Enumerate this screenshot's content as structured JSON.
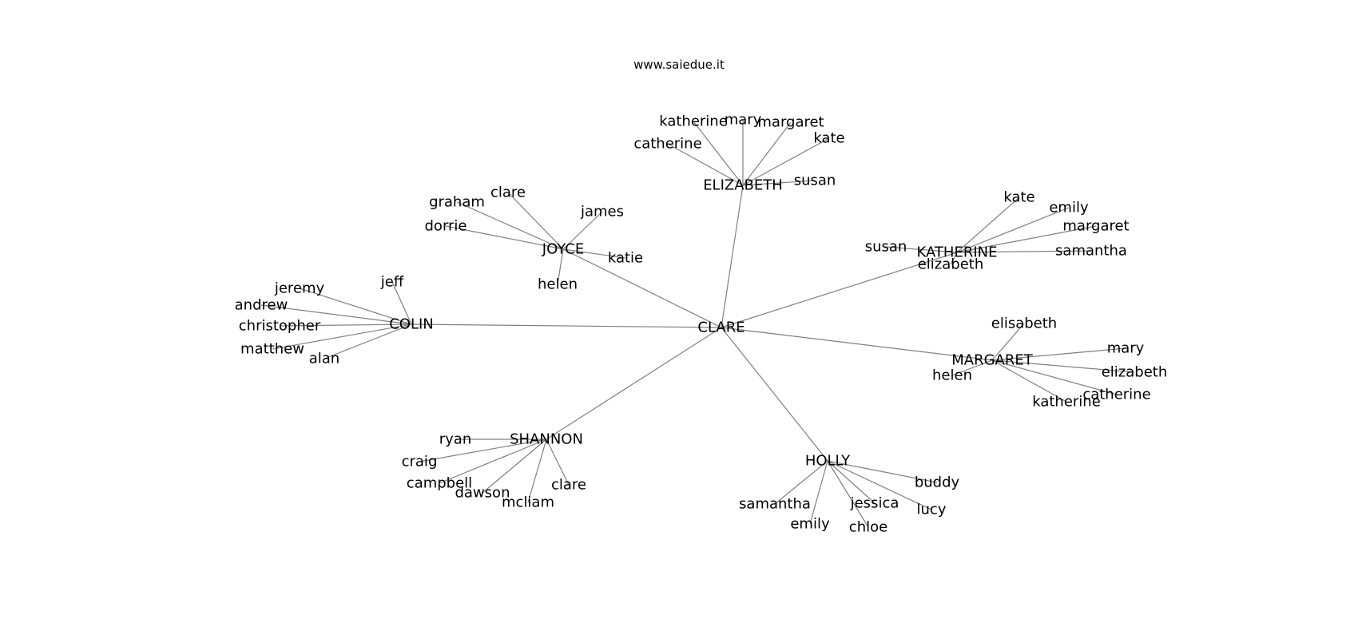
{
  "header": {
    "site_url": "www.saiedue.it"
  },
  "colors": {
    "edge": "#808080",
    "label": "#000000",
    "background": "#ffffff"
  },
  "graph": {
    "root": "CLARE",
    "groups": [
      {
        "name": "ELIZABETH",
        "members": [
          "katherine",
          "mary",
          "margaret",
          "kate",
          "catherine",
          "susan"
        ]
      },
      {
        "name": "JOYCE",
        "members": [
          "clare",
          "graham",
          "james",
          "dorrie",
          "katie",
          "helen"
        ]
      },
      {
        "name": "KATHERINE",
        "members": [
          "kate",
          "emily",
          "margaret",
          "susan",
          "samantha",
          "elizabeth"
        ]
      },
      {
        "name": "COLIN",
        "members": [
          "jeff",
          "jeremy",
          "andrew",
          "christopher",
          "matthew",
          "alan"
        ]
      },
      {
        "name": "MARGARET",
        "members": [
          "elisabeth",
          "mary",
          "helen",
          "elizabeth",
          "catherine",
          "katherine"
        ]
      },
      {
        "name": "SHANNON",
        "members": [
          "ryan",
          "craig",
          "campbell",
          "dawson",
          "mcliam",
          "clare"
        ]
      },
      {
        "name": "HOLLY",
        "members": [
          "buddy",
          "samantha",
          "jessica",
          "lucy",
          "emily",
          "chloe"
        ]
      }
    ]
  }
}
